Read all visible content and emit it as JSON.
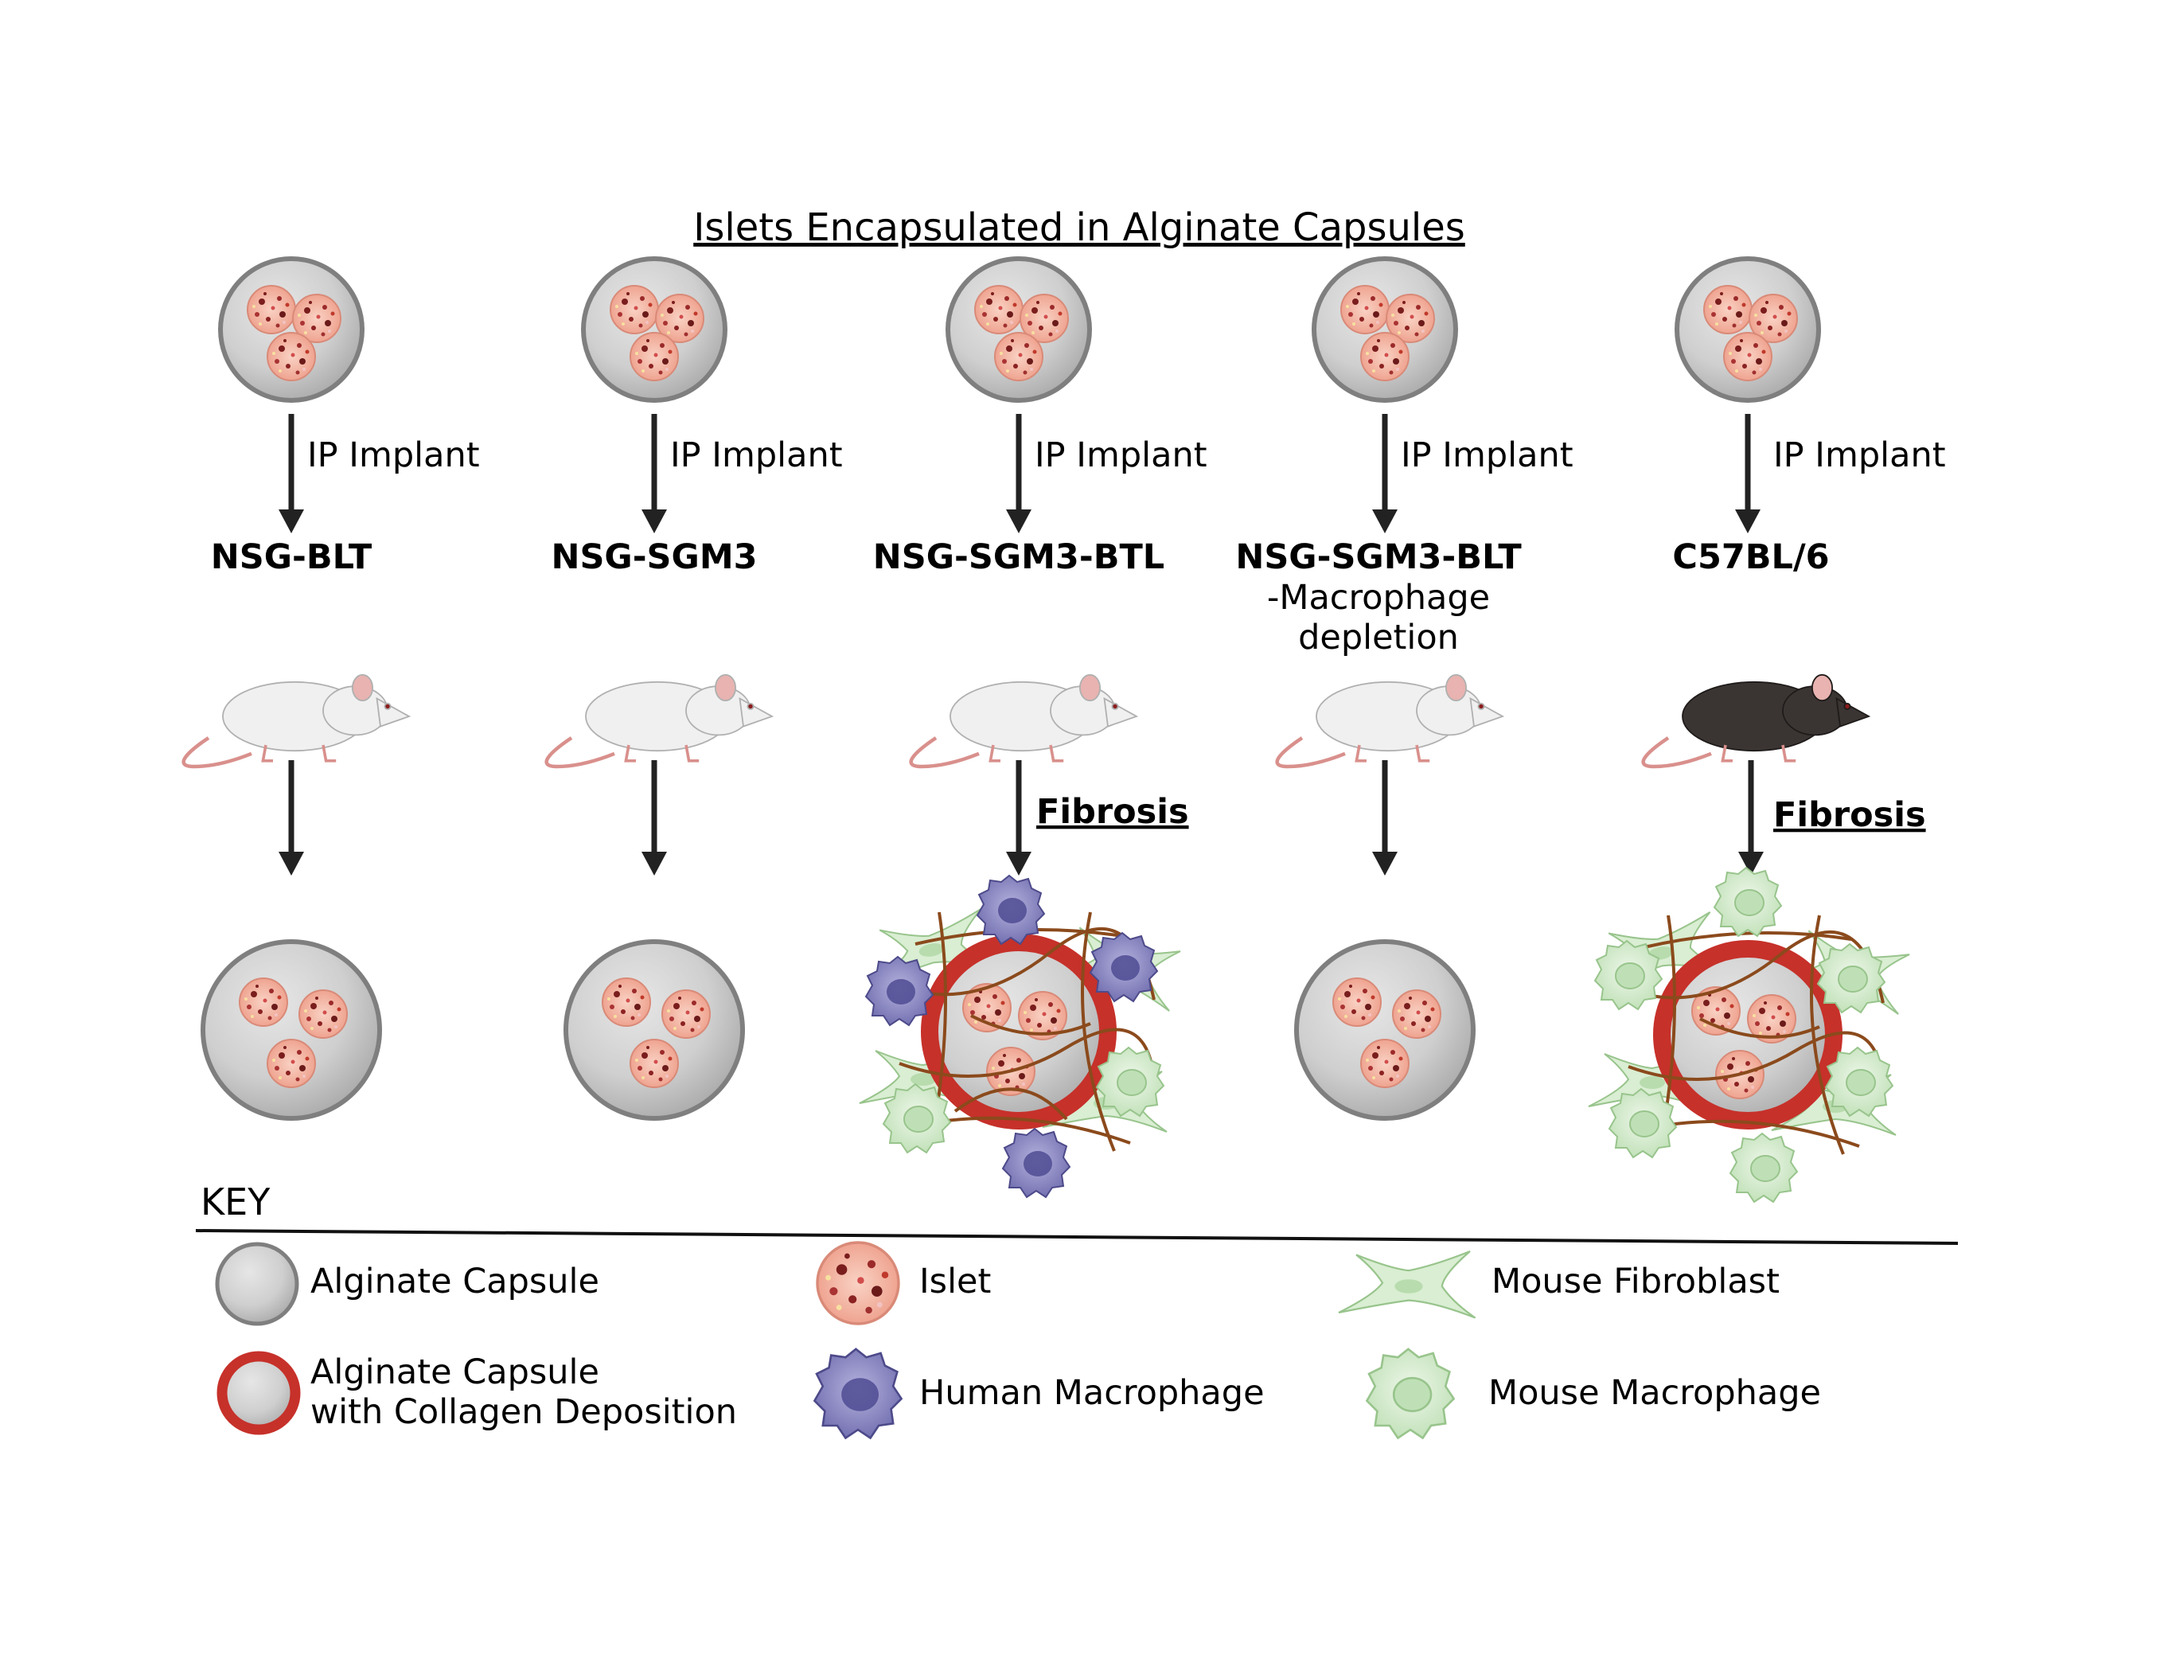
{
  "title": "Islets Encapsulated in Alginate Capsules",
  "implant_label": "IP Implant",
  "fibrosis_label": "Fibrosis",
  "columns": [
    {
      "strain": "NSG-BLT",
      "strain_sub1": "",
      "strain_sub2": "",
      "mouse_color": "white",
      "fibrosis": false,
      "outcome": "clean capsule"
    },
    {
      "strain": "NSG-SGM3",
      "strain_sub1": "",
      "strain_sub2": "",
      "mouse_color": "white",
      "fibrosis": false,
      "outcome": "clean capsule"
    },
    {
      "strain": "NSG-SGM3-BTL",
      "strain_sub1": "",
      "strain_sub2": "",
      "mouse_color": "white",
      "fibrosis": true,
      "outcome": "fibrosis with human macrophages"
    },
    {
      "strain": "NSG-SGM3-BLT",
      "strain_sub1": "-Macrophage",
      "strain_sub2": "depletion",
      "mouse_color": "white",
      "fibrosis": false,
      "outcome": "clean capsule"
    },
    {
      "strain": "C57BL/6",
      "strain_sub1": "",
      "strain_sub2": "",
      "mouse_color": "black",
      "fibrosis": true,
      "outcome": "fibrosis with mouse macrophages"
    }
  ],
  "key": {
    "title": "KEY",
    "alginate_capsule": "Alginate Capsule",
    "collagen_line1": "Alginate Capsule",
    "collagen_line2": "with Collagen Deposition",
    "islet": "Islet",
    "human_macrophage": "Human Macrophage",
    "mouse_fibroblast": "Mouse Fibroblast",
    "mouse_macrophage": "Mouse Macrophage"
  },
  "colors": {
    "capsule_fill": "#c9c9c9",
    "capsule_stroke": "#8a8a8a",
    "collagen_red": "#c6312a",
    "islet_fill": "#f4b8a8",
    "human_macrophage": "#8a88c4",
    "mouse_cell": "#d6ecd0",
    "collagen_fiber": "#8b4a1c",
    "arrow": "#222222"
  }
}
